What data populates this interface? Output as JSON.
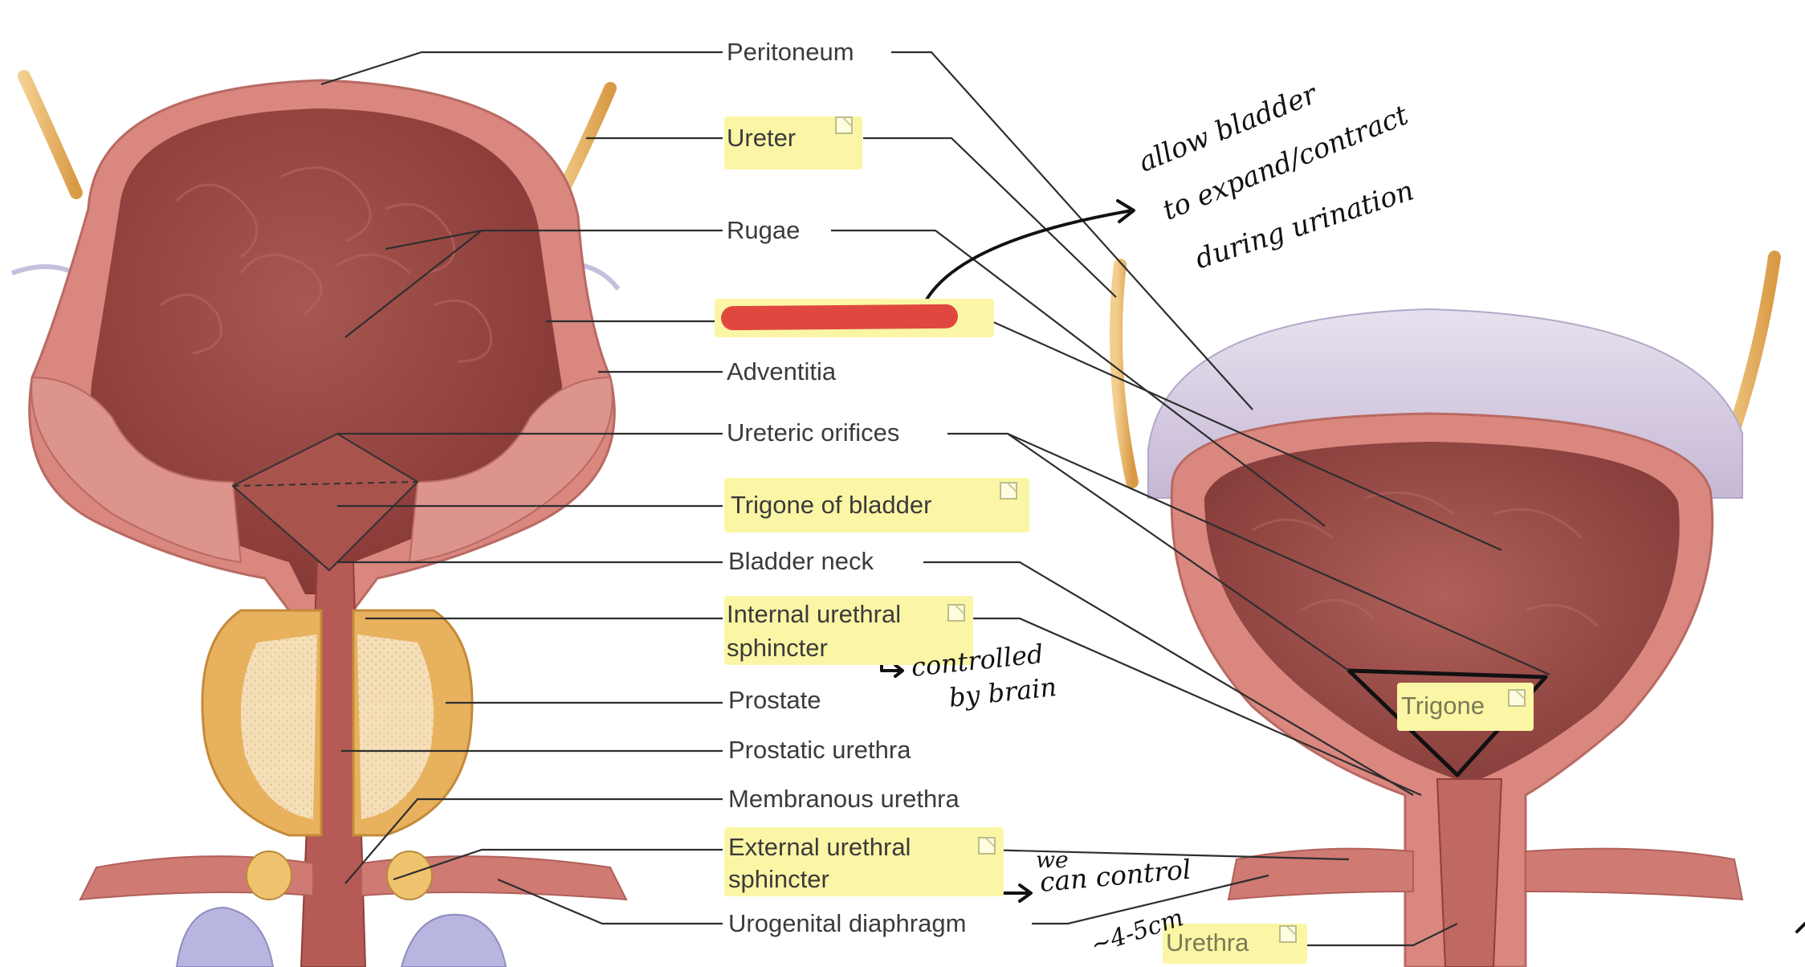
{
  "labels": {
    "peritoneum": "Peritoneum",
    "ureter": "Ureter",
    "rugae": "Rugae",
    "adventitia": "Adventitia",
    "ureteric_orifices": "Ureteric orifices",
    "trigone_of_bladder": "Trigone of bladder",
    "bladder_neck": "Bladder neck",
    "internal_urethral_sphincter_1": "Internal urethral",
    "internal_urethral_sphincter_2": "sphincter",
    "prostate": "Prostate",
    "prostatic_urethra": "Prostatic urethra",
    "membranous_urethra": "Membranous urethra",
    "external_urethral_sphincter_1": "External urethral",
    "external_urethral_sphincter_2": "sphincter",
    "urogenital_diaphragm": "Urogenital diaphragm",
    "trigone": "Trigone",
    "urethra": "Urethra"
  },
  "annotations": {
    "rugae_note_1": "allow bladder",
    "rugae_note_2": "to expand/contract",
    "rugae_note_3": "during urination",
    "internal_note_1": "controlled",
    "internal_note_2": "by brain",
    "external_note_1": "we",
    "external_note_2": "can control",
    "urethra_length": "~4-5cm"
  },
  "colors": {
    "highlight": "#fbf6a5",
    "redaction": "#e0483f",
    "bladder_wall": "#d87f78",
    "bladder_interior": "#9e4a45",
    "ureter": "#e6b36a",
    "prostate": "#e8b15e",
    "peritoneum": "#cfc4dc"
  }
}
